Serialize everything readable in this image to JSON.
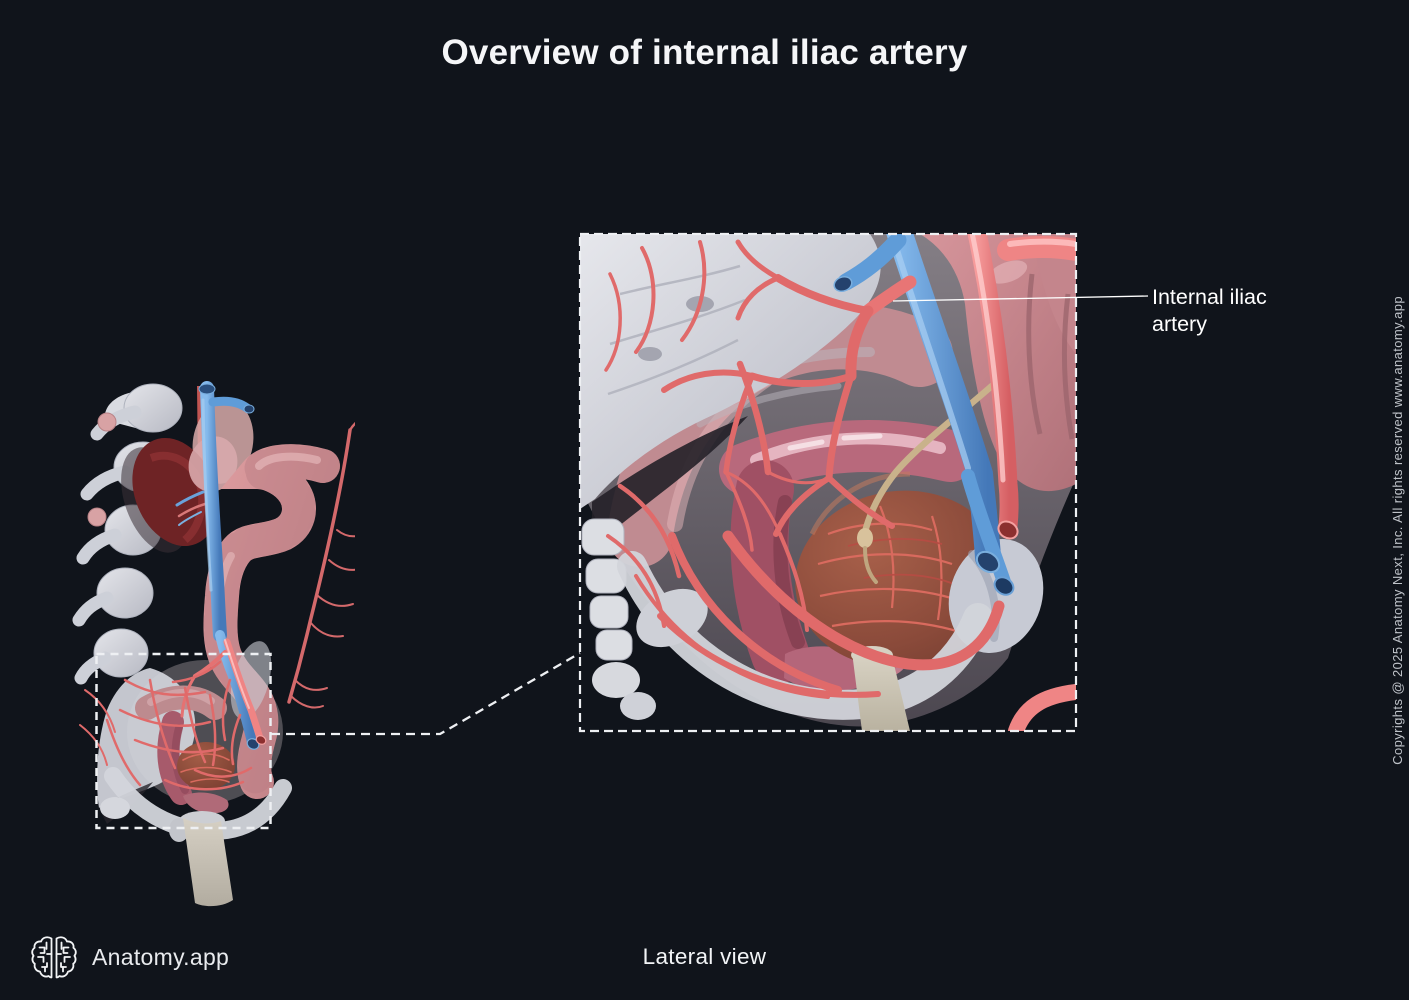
{
  "title": "Overview of internal iliac artery",
  "annotation": {
    "label": "Internal iliac artery"
  },
  "footer": {
    "brand": "Anatomy.app",
    "view_label": "Lateral view"
  },
  "copyright_vertical": "Copyrights @ 2025 Anatomy Next, Inc. All rights reserved www.anatomy.app",
  "icons": {
    "logo": "brain-icon"
  },
  "colors": {
    "background": "#10141b",
    "text_primary": "#f5f6f8",
    "text_muted": "#bfc3c9",
    "callout_line": "#eef0f3",
    "artery_red": "#e06a6a",
    "artery_bright": "#ef8585",
    "vein_blue": "#5f9cd8",
    "bone_white": "#d9dadf",
    "organ_pink": "#d09397",
    "organ_maroon": "#8a4a3a",
    "kidney_dark_red": "#6e2325",
    "rectum_mauve": "#a85568",
    "ureter_tan": "#c9b28b",
    "femur_beige": "#cfc8b8"
  },
  "figures": {
    "overview_view": {
      "alt": "Lateral view of lumbar spine, kidney, inferior vena cava, colon and pelvis with outlined magnified region"
    },
    "detail_view": {
      "alt": "Magnified lateral view of pelvis showing internal iliac artery branches, external iliac vessels, bladder and rectum"
    }
  }
}
